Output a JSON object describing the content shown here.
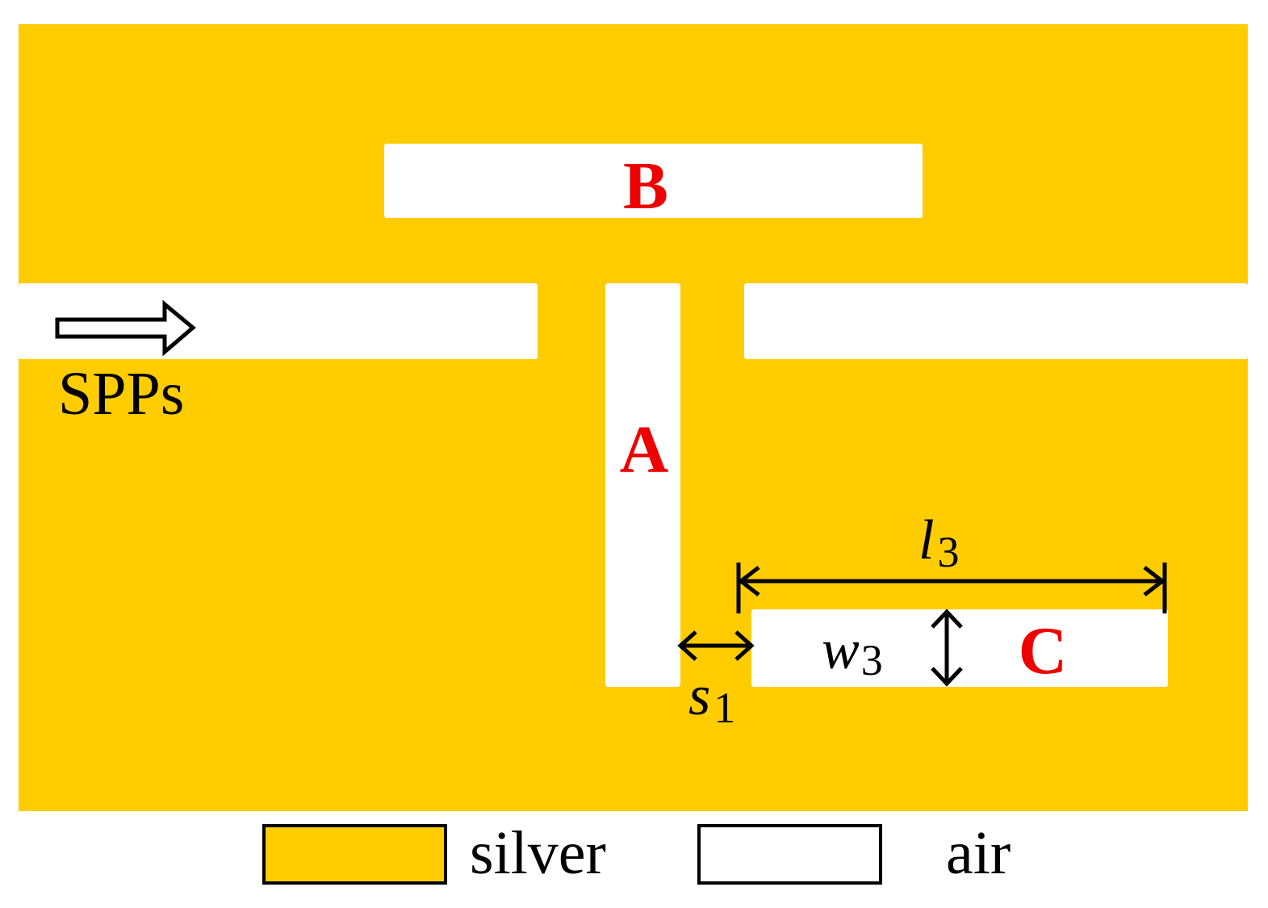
{
  "colors": {
    "silver_fill": "#FFCC00",
    "air_fill": "#FFFFFF",
    "region_label": "#EE0000",
    "annotation": "#000000"
  },
  "regions": {
    "A": "A",
    "B": "B",
    "C": "C"
  },
  "input": {
    "label": "SPPs",
    "arrow_icon": "hollow-right-arrow"
  },
  "dimensions": {
    "l3": {
      "symbol": "l",
      "subscript": "3"
    },
    "w3": {
      "symbol": "w",
      "subscript": "3"
    },
    "s1": {
      "symbol": "s",
      "subscript": "1"
    }
  },
  "legend": {
    "silver": "silver",
    "air": "air"
  }
}
